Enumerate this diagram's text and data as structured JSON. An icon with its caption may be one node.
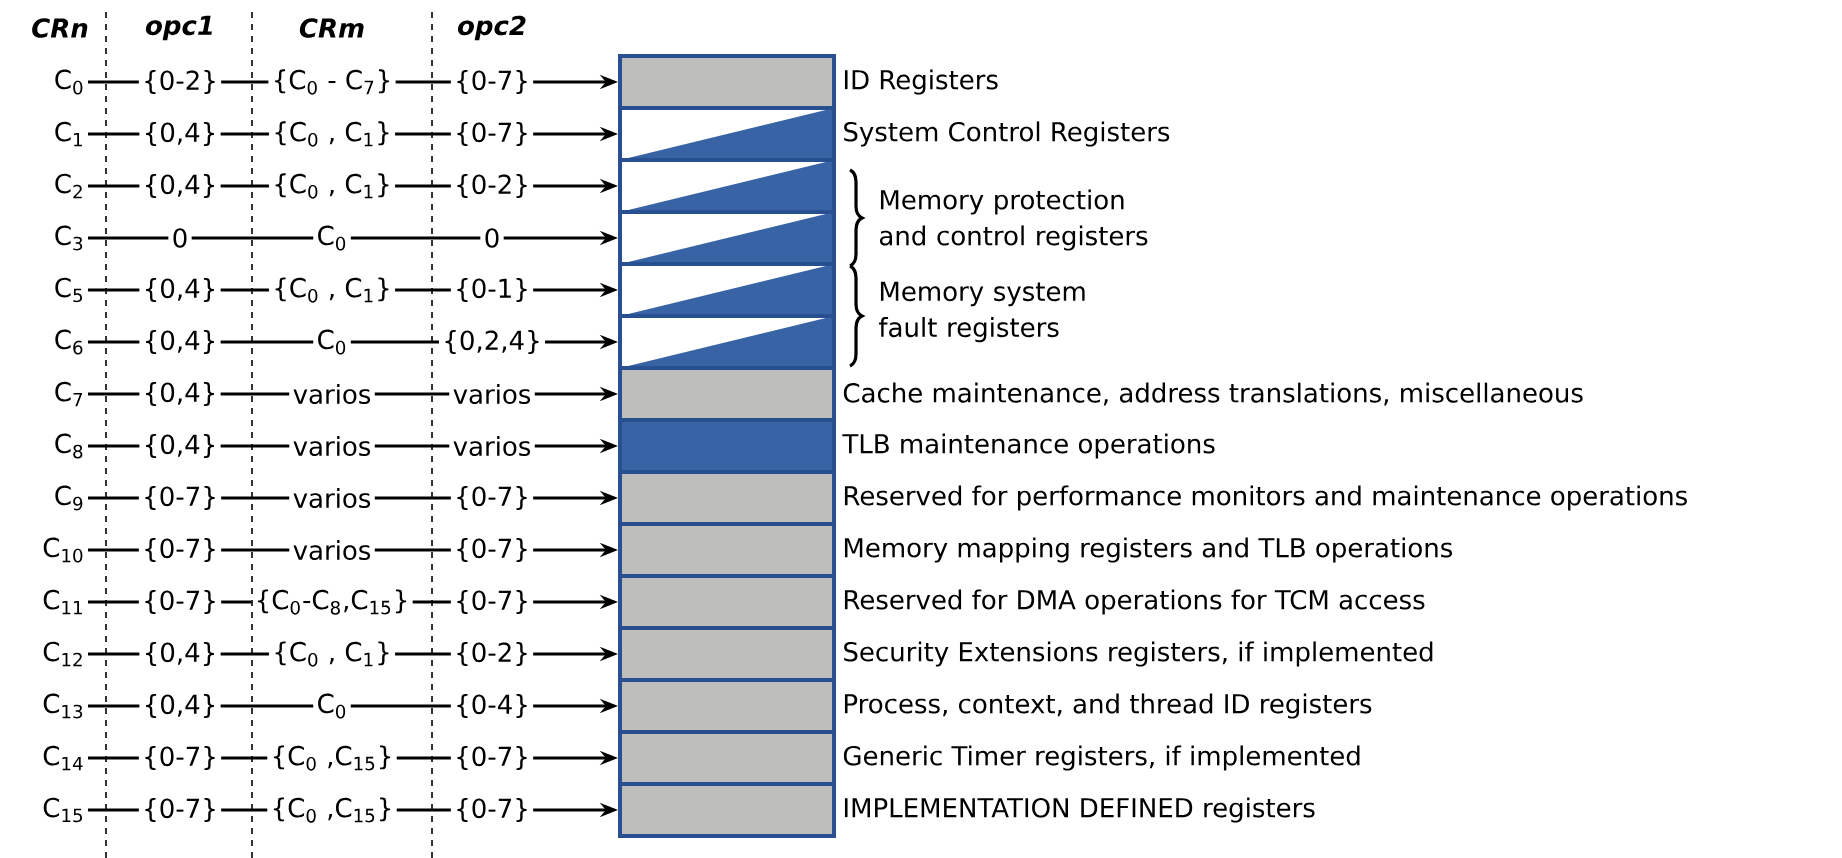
{
  "diagram": {
    "nodes": [
      {
        "text": [
          "C$_{0}$"
        ]
      },
      {
        "text": [
          "{0-2}"
        ]
      },
      {
        "text": [
          "{C$_{0}$ - C$_{7}$}"
        ]
      },
      {
        "text": [
          "{0-7}"
        ]
      },
      {
        "text": [],
        "shape": "box",
        "beside": [
          "ID Registers"
        ]
      },
      {
        "text": [
          "C$_{1}$"
        ]
      },
      {
        "text": [
          "{0,4}"
        ]
      },
      {
        "text": [
          "{C$_{0}$ , C$_{1}$}"
        ]
      },
      {
        "text": [
          "{0-7}"
        ]
      },
      {
        "text": [],
        "shape": "box",
        "beside": [
          "System Control Registers"
        ]
      },
      {
        "text": [
          "C$_{2}$"
        ]
      },
      {
        "text": [
          "{0,4}"
        ]
      },
      {
        "text": [
          "{C$_{0}$ , C$_{1}$}"
        ]
      },
      {
        "text": [
          "{0-2}"
        ]
      },
      {
        "text": [],
        "shape": "box"
      },
      {
        "text": [
          "C$_{3}$"
        ]
      },
      {
        "text": [
          "0"
        ]
      },
      {
        "text": [
          "C$_{0}$"
        ]
      },
      {
        "text": [
          "0"
        ]
      },
      {
        "text": [],
        "shape": "box"
      },
      {
        "text": [
          "C$_{5}$"
        ]
      },
      {
        "text": [
          "{0,4}"
        ]
      },
      {
        "text": [
          "{C$_{0}$ , C$_{1}$}"
        ]
      },
      {
        "text": [
          "{0-1}"
        ]
      },
      {
        "text": [],
        "shape": "box"
      },
      {
        "text": [
          "C$_{6}$"
        ]
      },
      {
        "text": [
          "{0,4}"
        ]
      },
      {
        "text": [
          "C$_{0}$"
        ]
      },
      {
        "text": [
          "{0,2,4}"
        ]
      },
      {
        "text": [],
        "shape": "box"
      },
      {
        "text": [
          "C$_{7}$"
        ]
      },
      {
        "text": [
          "{0,4}"
        ]
      },
      {
        "text": [
          "varios"
        ]
      },
      {
        "text": [
          "varios"
        ]
      },
      {
        "text": [],
        "shape": "box",
        "beside": [
          "Cache maintenance, address translations, miscellaneous"
        ]
      },
      {
        "text": [
          "C$_{8}$"
        ]
      },
      {
        "text": [
          "{0,4}"
        ]
      },
      {
        "text": [
          "varios"
        ]
      },
      {
        "text": [
          "varios"
        ]
      },
      {
        "text": [],
        "shape": "box",
        "beside": [
          "TLB maintenance operations"
        ]
      },
      {
        "text": [
          "C$_{9}$"
        ]
      },
      {
        "text": [
          "{0-7}"
        ]
      },
      {
        "text": [
          "varios"
        ]
      },
      {
        "text": [
          "{0-7}"
        ]
      },
      {
        "text": [],
        "shape": "box",
        "beside": [
          "Reserved for performance monitors and maintenance operations"
        ]
      },
      {
        "text": [
          "C$_{10}$"
        ]
      },
      {
        "text": [
          "{0-7}"
        ]
      },
      {
        "text": [
          "varios"
        ]
      },
      {
        "text": [
          "{0-7}"
        ]
      },
      {
        "text": [],
        "shape": "box",
        "beside": [
          "Memory mapping registers and TLB operations"
        ]
      },
      {
        "text": [
          "C$_{11}$"
        ]
      },
      {
        "text": [
          "{0-7}"
        ]
      },
      {
        "text": [
          "{C$_{0}$-C$_{8}$,C$_{15}$}"
        ]
      },
      {
        "text": [
          "{0-7}"
        ]
      },
      {
        "text": [],
        "shape": "box",
        "beside": [
          "Reserved for DMA operations for TCM access"
        ]
      },
      {
        "text": [
          "C$_{12}$"
        ]
      },
      {
        "text": [
          "{0,4}"
        ]
      },
      {
        "text": [
          "{C$_{0}$ , C$_{1}$}"
        ]
      },
      {
        "text": [
          "{0-2}"
        ]
      },
      {
        "text": [],
        "shape": "box",
        "beside": [
          "Security Extensions registers, if implemented"
        ]
      },
      {
        "text": [
          "C$_{13}$"
        ]
      },
      {
        "text": [
          "{0,4}"
        ]
      },
      {
        "text": [
          "C$_{0}$"
        ]
      },
      {
        "text": [
          "{0-4}"
        ]
      },
      {
        "text": [],
        "shape": "box",
        "beside": [
          "Process, context, and thread ID registers"
        ]
      },
      {
        "text": [
          "C$_{14}$"
        ]
      },
      {
        "text": [
          "{0-7}"
        ]
      },
      {
        "text": [
          "{C$_{0}$ ,C$_{15}$}"
        ]
      },
      {
        "text": [
          "{0-7}"
        ]
      },
      {
        "text": [],
        "shape": "box",
        "beside": [
          "Generic Timer registers, if implemented"
        ]
      },
      {
        "text": [
          "C$_{15}$"
        ]
      },
      {
        "text": [
          "{0-7}"
        ]
      },
      {
        "text": [
          "{C$_{0}$ ,C$_{15}$}"
        ]
      },
      {
        "text": [
          "{0-7}"
        ]
      },
      {
        "text": [],
        "shape": "box",
        "beside": [
          "IMPLEMENTATION DEFINED registers"
        ]
      }
    ],
    "edges": [
      {
        "from": 0,
        "to": 1,
        "arrow": "none"
      },
      {
        "from": 1,
        "to": 2,
        "arrow": "none"
      },
      {
        "from": 2,
        "to": 3,
        "arrow": "none"
      },
      {
        "from": 3,
        "to": 4,
        "arrow": "to"
      },
      {
        "from": 5,
        "to": 6,
        "arrow": "none"
      },
      {
        "from": 6,
        "to": 7,
        "arrow": "none"
      },
      {
        "from": 7,
        "to": 8,
        "arrow": "none"
      },
      {
        "from": 8,
        "to": 9,
        "arrow": "to"
      },
      {
        "from": 10,
        "to": 11,
        "arrow": "none"
      },
      {
        "from": 11,
        "to": 12,
        "arrow": "none"
      },
      {
        "from": 12,
        "to": 13,
        "arrow": "none"
      },
      {
        "from": 13,
        "to": 14,
        "arrow": "to"
      },
      {
        "from": 15,
        "to": 16,
        "arrow": "none"
      },
      {
        "from": 16,
        "to": 17,
        "arrow": "none"
      },
      {
        "from": 17,
        "to": 18,
        "arrow": "none"
      },
      {
        "from": 18,
        "to": 19,
        "arrow": "to"
      },
      {
        "from": 20,
        "to": 21,
        "arrow": "none"
      },
      {
        "from": 21,
        "to": 22,
        "arrow": "none"
      },
      {
        "from": 22,
        "to": 23,
        "arrow": "none"
      },
      {
        "from": 23,
        "to": 24,
        "arrow": "to"
      },
      {
        "from": 25,
        "to": 26,
        "arrow": "none"
      },
      {
        "from": 26,
        "to": 27,
        "arrow": "none"
      },
      {
        "from": 27,
        "to": 28,
        "arrow": "none"
      },
      {
        "from": 28,
        "to": 29,
        "arrow": "to"
      },
      {
        "from": 30,
        "to": 31,
        "arrow": "none"
      },
      {
        "from": 31,
        "to": 32,
        "arrow": "none"
      },
      {
        "from": 32,
        "to": 33,
        "arrow": "none"
      },
      {
        "from": 33,
        "to": 34,
        "arrow": "to"
      },
      {
        "from": 35,
        "to": 36,
        "arrow": "none"
      },
      {
        "from": 36,
        "to": 37,
        "arrow": "none"
      },
      {
        "from": 37,
        "to": 38,
        "arrow": "none"
      },
      {
        "from": 38,
        "to": 39,
        "arrow": "to"
      },
      {
        "from": 40,
        "to": 41,
        "arrow": "none"
      },
      {
        "from": 41,
        "to": 42,
        "arrow": "none"
      },
      {
        "from": 42,
        "to": 43,
        "arrow": "none"
      },
      {
        "from": 43,
        "to": 44,
        "arrow": "to"
      },
      {
        "from": 45,
        "to": 46,
        "arrow": "none"
      },
      {
        "from": 46,
        "to": 47,
        "arrow": "none"
      },
      {
        "from": 47,
        "to": 48,
        "arrow": "none"
      },
      {
        "from": 48,
        "to": 49,
        "arrow": "to"
      },
      {
        "from": 50,
        "to": 51,
        "arrow": "none"
      },
      {
        "from": 51,
        "to": 52,
        "arrow": "none"
      },
      {
        "from": 52,
        "to": 53,
        "arrow": "none"
      },
      {
        "from": 53,
        "to": 54,
        "arrow": "to"
      },
      {
        "from": 55,
        "to": 56,
        "arrow": "none"
      },
      {
        "from": 56,
        "to": 57,
        "arrow": "none"
      },
      {
        "from": 57,
        "to": 58,
        "arrow": "none"
      },
      {
        "from": 58,
        "to": 59,
        "arrow": "to"
      },
      {
        "from": 60,
        "to": 61,
        "arrow": "none"
      },
      {
        "from": 61,
        "to": 62,
        "arrow": "none"
      },
      {
        "from": 62,
        "to": 63,
        "arrow": "none"
      },
      {
        "from": 63,
        "to": 64,
        "arrow": "to"
      },
      {
        "from": 65,
        "to": 66,
        "arrow": "none"
      },
      {
        "from": 66,
        "to": 67,
        "arrow": "none"
      },
      {
        "from": 67,
        "to": 68,
        "arrow": "none"
      },
      {
        "from": 68,
        "to": 69,
        "arrow": "to"
      },
      {
        "from": 70,
        "to": 71,
        "arrow": "none"
      },
      {
        "from": 71,
        "to": 72,
        "arrow": "none"
      },
      {
        "from": 72,
        "to": 73,
        "arrow": "none"
      },
      {
        "from": 73,
        "to": 74,
        "arrow": "to"
      }
    ],
    "labels": [
      "CRn",
      "opc1",
      "CRm",
      "opc2",
      "Memory protection and control registers",
      "Memory system fault registers"
    ]
  }
}
